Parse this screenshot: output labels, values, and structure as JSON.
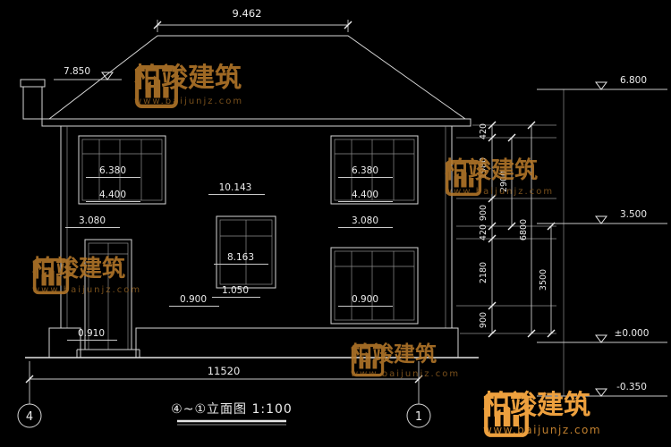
{
  "colors": {
    "background": "#000000",
    "line": "#d6d6d6",
    "dim_text": "#ececec",
    "accent": "#b5782a",
    "accent_bright": "#eda03e"
  },
  "watermark": {
    "brand": "柏竣建筑",
    "url": "www.baijunjz.com"
  },
  "title": {
    "label": "④~①立面图 1:100"
  },
  "grid_bubbles": {
    "left": "4",
    "right": "1"
  },
  "dims": {
    "ridge_width": "9.462",
    "chimney_level": "7.850",
    "total_width": "11520",
    "f2_head": "6.380",
    "f2_sill": "4.400",
    "stair_head": "10.143",
    "stair_sill": "8.163",
    "f1_head": "3.080",
    "f1_sill": "0.900",
    "porch": "1.050",
    "door_base": "0.910",
    "chain_a": [
      "420",
      "1980",
      "900",
      "420",
      "2180",
      "900"
    ],
    "chain_b": [
      "2900",
      "3500"
    ],
    "chain_c": [
      "6800"
    ],
    "levels": {
      "eave": "6.800",
      "floor": "3.500",
      "zero": "±0.000",
      "base": "-0.350"
    }
  }
}
